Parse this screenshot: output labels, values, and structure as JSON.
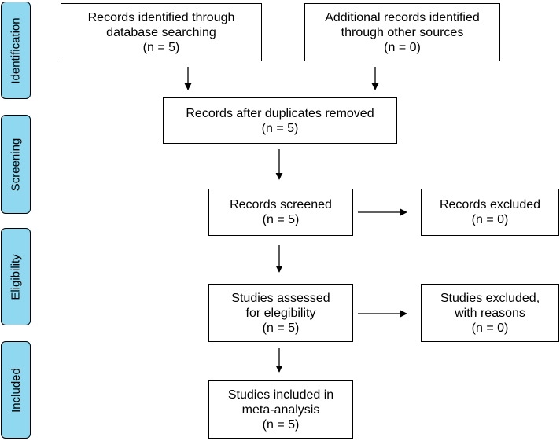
{
  "stages": [
    {
      "id": "identification",
      "label": "Identification"
    },
    {
      "id": "screening",
      "label": "Screening"
    },
    {
      "id": "eligibility",
      "label": "Eligibility"
    },
    {
      "id": "included",
      "label": "Included"
    }
  ],
  "boxes": {
    "database_records": {
      "lines": [
        "Records identified through",
        "database searching",
        "(n = 5)"
      ]
    },
    "other_records": {
      "lines": [
        "Additional records identified",
        "through other sources",
        "(n = 0)"
      ]
    },
    "after_duplicates": {
      "lines": [
        "Records after duplicates removed",
        "(n = 5)"
      ]
    },
    "screened": {
      "lines": [
        "Records screened",
        "(n = 5)"
      ]
    },
    "excluded": {
      "lines": [
        "Records excluded",
        "(n = 0)"
      ]
    },
    "assessed": {
      "lines": [
        "Studies assessed",
        "for elegibility",
        "(n = 5)"
      ]
    },
    "excluded_reasons": {
      "lines": [
        "Studies excluded,",
        "with reasons",
        "(n = 0)"
      ]
    },
    "included": {
      "lines": [
        "Studies included in",
        "meta-analysis",
        "(n = 5)"
      ]
    }
  },
  "colors": {
    "stage_fill": "#8fd8ef",
    "line": "#000000"
  }
}
